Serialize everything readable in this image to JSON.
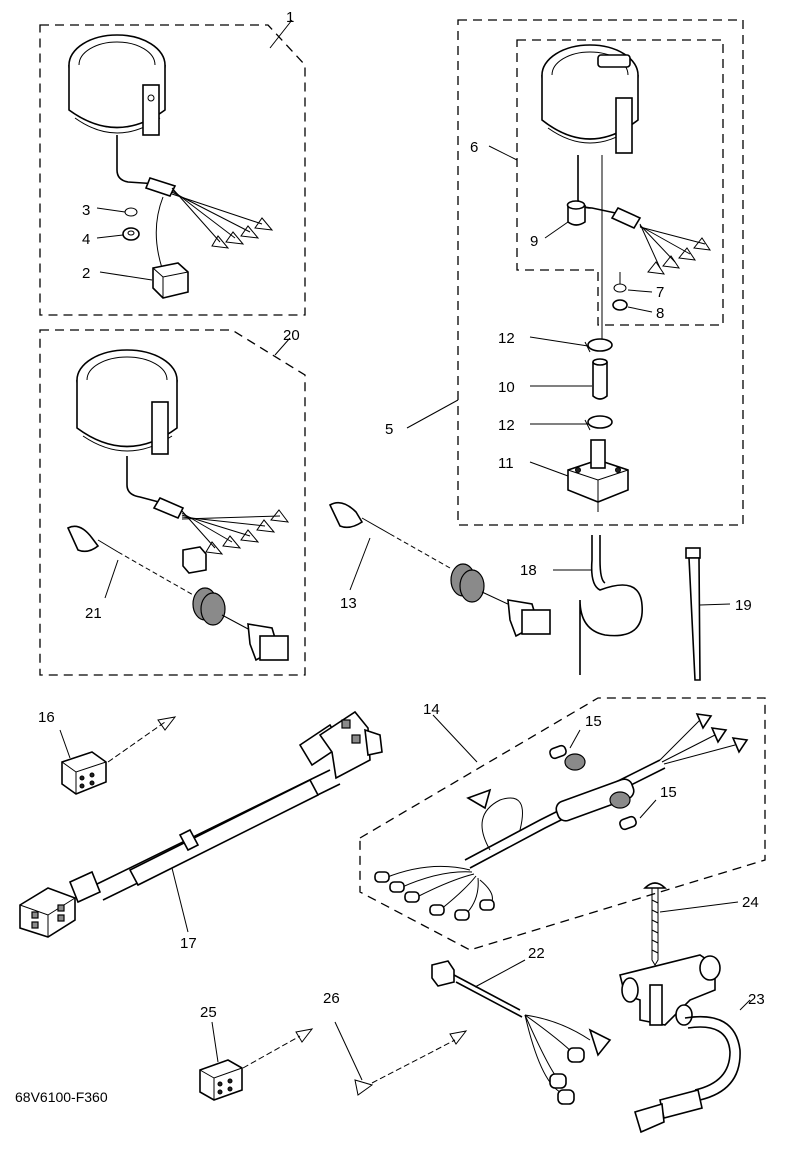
{
  "diagram_code": "68V6100-F360",
  "part_labels": {
    "p1": "1",
    "p2": "2",
    "p3": "3",
    "p4": "4",
    "p5": "5",
    "p6": "6",
    "p7": "7",
    "p8": "8",
    "p9": "9",
    "p10": "10",
    "p11": "11",
    "p12a": "12",
    "p12b": "12",
    "p13": "13",
    "p14": "14",
    "p15a": "15",
    "p15b": "15",
    "p16": "16",
    "p17": "17",
    "p18": "18",
    "p19": "19",
    "p20": "20",
    "p21": "21",
    "p22": "22",
    "p23": "23",
    "p24": "24",
    "p25": "25",
    "p26": "26"
  }
}
